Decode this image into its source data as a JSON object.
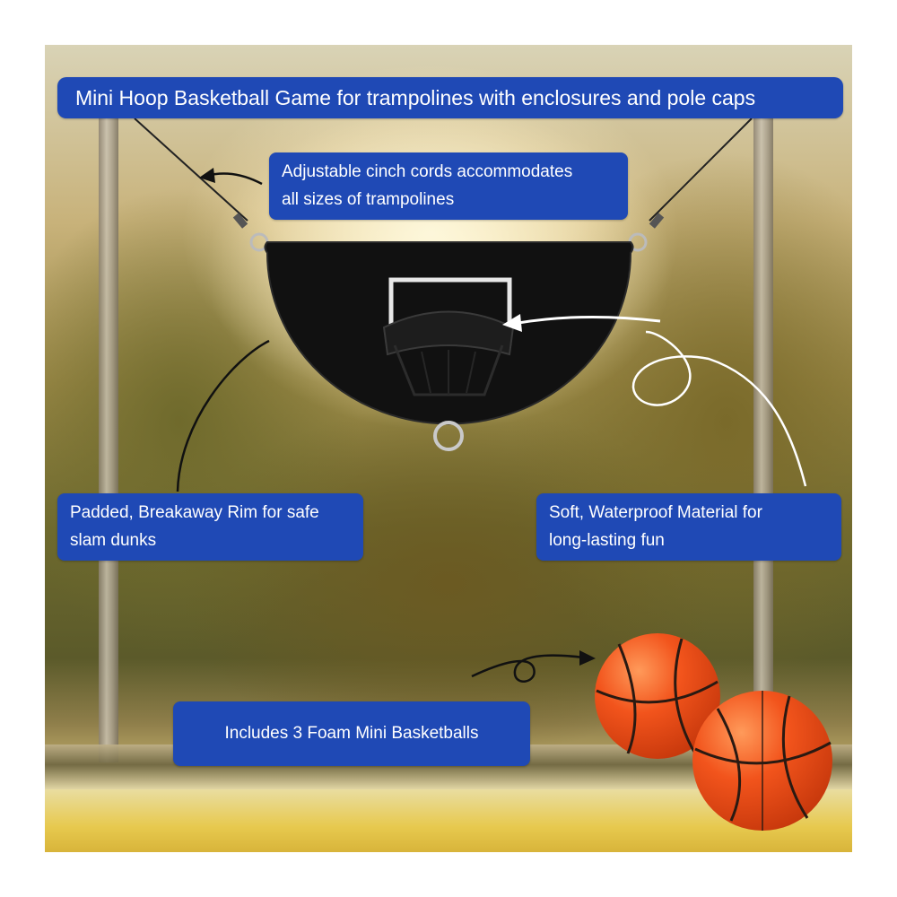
{
  "title": "Mini Hoop Basketball Game for trampolines with enclosures and pole caps",
  "callouts": {
    "cords": [
      "Adjustable cinch cords accommodates",
      "all sizes of trampolines"
    ],
    "rim": [
      "Padded, Breakaway Rim for safe",
      "slam dunks"
    ],
    "material": [
      "Soft, Waterproof Material for",
      "long-lasting fun"
    ],
    "balls": "Includes 3 Foam Mini Basketballs"
  },
  "colors": {
    "callout_bg": "#1f49b5",
    "callout_text": "#ffffff",
    "backboard": "#111111",
    "ball": "#f2541c"
  }
}
